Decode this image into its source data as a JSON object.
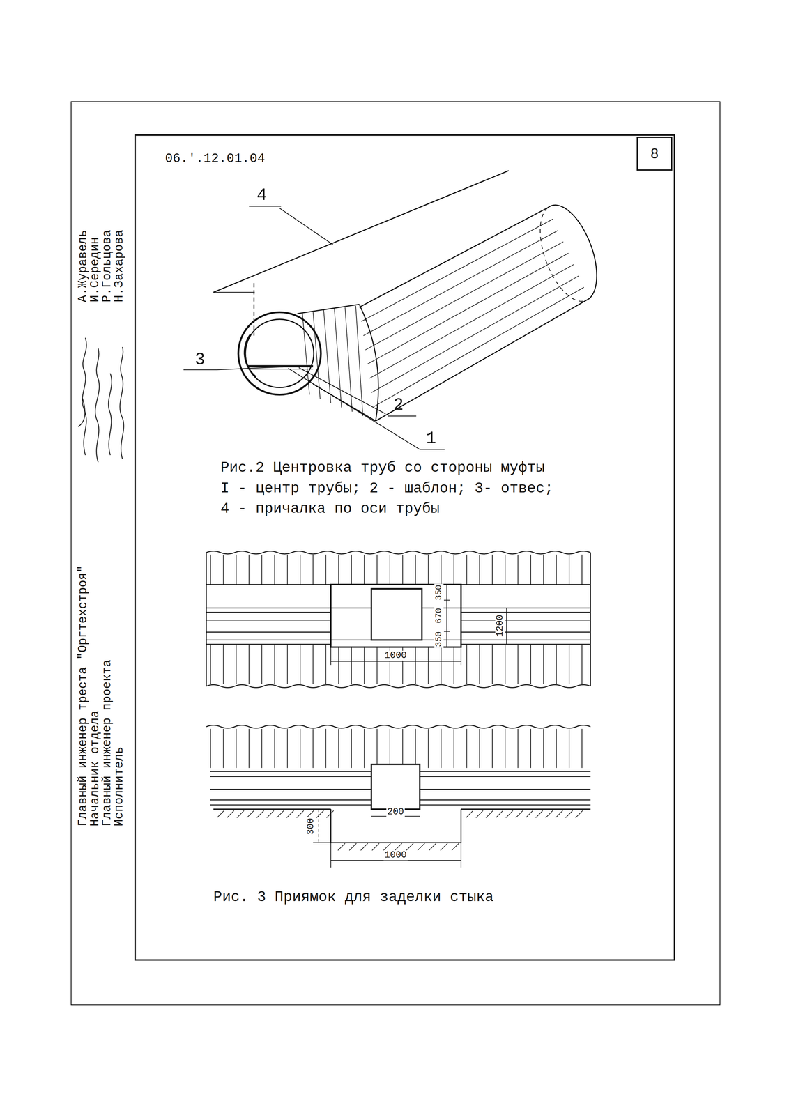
{
  "diagram": {
    "nodes": [
      {
        "text": [
          "8"
        ]
      }
    ],
    "labels": [
      "06.'.12.01.04",
      "4",
      "3",
      "2",
      "1",
      "Рис.2 Центровка труб со стороны муфты",
      "I - центр трубы; 2 - шаблон; 3- отвес;",
      "4 - причалка по оси трубы",
      "350",
      "670",
      "350",
      "1200",
      "1000",
      "300",
      "200",
      "1000",
      "Рис. 3 Приямок для заделки стыка",
      "Главный инженер треста \"Оргтехстроя\"",
      "Начальник отдела",
      "Главный инженер проекта",
      "Исполнитель",
      "А.Журавель",
      "И.Середин",
      "Р.Гольцова",
      "Н.Захарова"
    ]
  }
}
